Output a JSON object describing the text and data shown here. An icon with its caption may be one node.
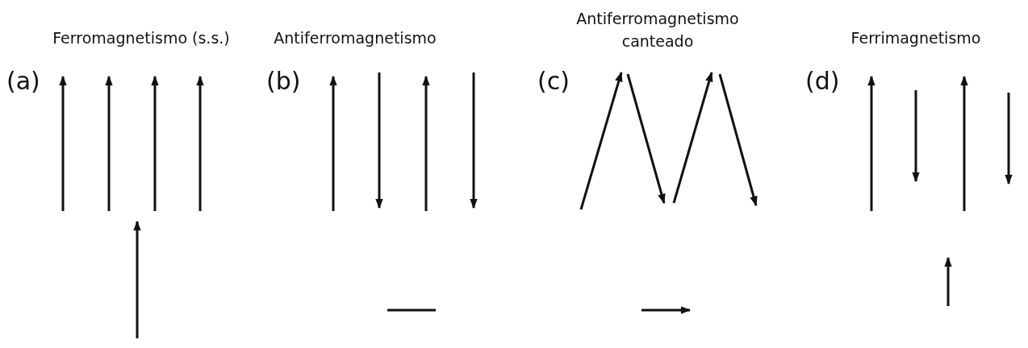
{
  "diagram": {
    "labels": [
      "Ferromagnetismo (s.s.)",
      "(a)",
      "Antiferromagnetismo",
      "(b)",
      "Antiferromagnetismo canteado",
      "(c)",
      "Ferrimagnetismo",
      "(d)"
    ]
  }
}
